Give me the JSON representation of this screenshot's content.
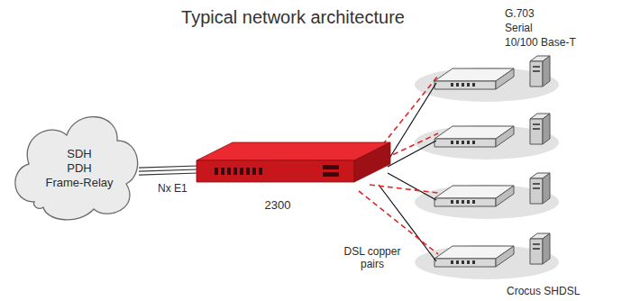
{
  "diagram": {
    "title": "Typical network architecture",
    "nodes": [
      {
        "text": [
          "SDH PDH Frame-Relay"
        ]
      },
      {
        "text": [
          "2300"
        ]
      }
    ],
    "edges": [
      {
        "from": 0,
        "to": 1,
        "arrow": "none",
        "label": "Nx E1"
      }
    ],
    "labels": [
      "G.703",
      "Serial",
      "10/100 Base-T",
      "DSL copper pairs",
      "Crocus SHDSL"
    ]
  }
}
